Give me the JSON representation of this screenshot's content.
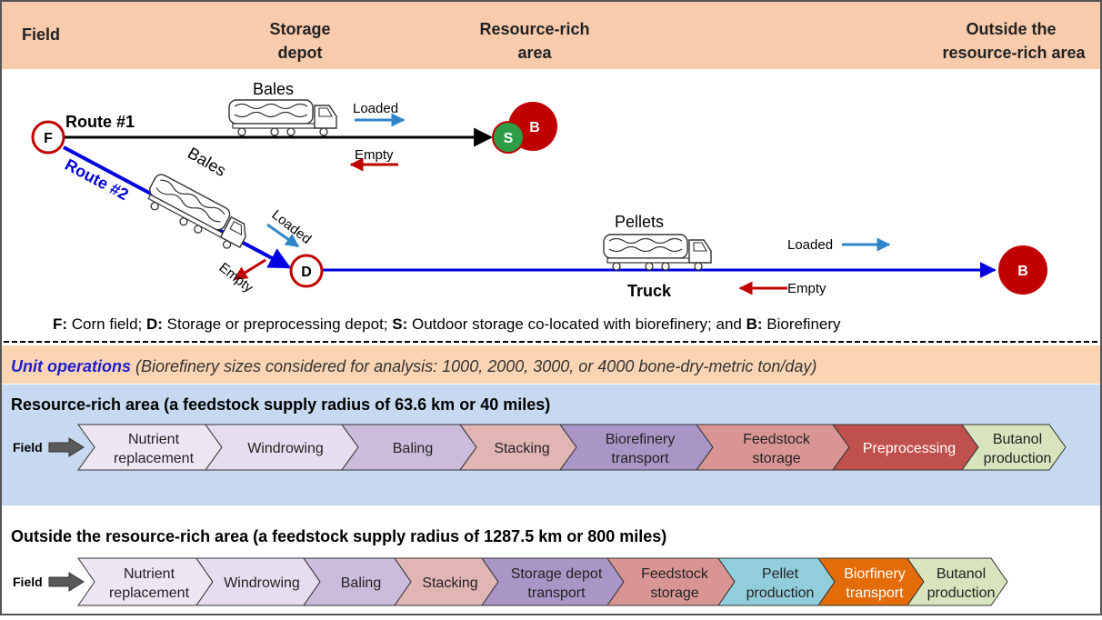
{
  "header": {
    "field": "Field",
    "storage_depot": [
      "Storage",
      "depot"
    ],
    "resource_rich": [
      "Resource-rich",
      "area"
    ],
    "outside": [
      "Outside the",
      "resource-rich area"
    ]
  },
  "routes": {
    "route1_label": "Route #1",
    "route2_label": "Route #2",
    "bales": "Bales",
    "pellets": "Pellets",
    "truck": "Truck",
    "loaded": "Loaded",
    "empty": "Empty"
  },
  "nodes": {
    "F": "F",
    "D": "D",
    "S": "S",
    "B": "B"
  },
  "legend": [
    {
      "key": "F:",
      "text": " Corn field; "
    },
    {
      "key": "D:",
      "text": " Storage or preprocessing depot; "
    },
    {
      "key": "S:",
      "text": " Outdoor storage co-located with biorefinery;  and "
    },
    {
      "key": "B:",
      "text": " Biorefinery"
    }
  ],
  "unit_ops": {
    "title": "Unit operations",
    "subtitle": " (Biorefinery sizes considered for analysis: 1000, 2000, 3000, or 4000 bone-dry-metric ton/day)"
  },
  "resource_rich": {
    "title": "Resource-rich area (a feedstock supply radius of 63.6 km or 40 miles)",
    "field_label": "Field",
    "steps": [
      {
        "label": [
          "Nutrient",
          "replacement"
        ],
        "color": "#ece6f3"
      },
      {
        "label": [
          "Windrowing"
        ],
        "color": "#e6ddf0"
      },
      {
        "label": [
          "Baling"
        ],
        "color": "#cbbcdc"
      },
      {
        "label": [
          "Stacking"
        ],
        "color": "#e2b5b5"
      },
      {
        "label": [
          "Biorefinery",
          "transport"
        ],
        "color": "#a996c6"
      },
      {
        "label": [
          "Feedstock",
          "storage"
        ],
        "color": "#d99594"
      },
      {
        "label": [
          "Preprocessing"
        ],
        "color": "#c0504d"
      },
      {
        "label": [
          "Butanol",
          "production"
        ],
        "color": "#d7e4bd"
      }
    ]
  },
  "outside": {
    "title": "Outside the resource-rich area (a feedstock supply radius of 1287.5 km or 800 miles)",
    "field_label": "Field",
    "steps": [
      {
        "label": [
          "Nutrient",
          "replacement"
        ],
        "color": "#ece6f3"
      },
      {
        "label": [
          "Windrowing"
        ],
        "color": "#e6ddf0"
      },
      {
        "label": [
          "Baling"
        ],
        "color": "#cbbcdc"
      },
      {
        "label": [
          "Stacking"
        ],
        "color": "#e2b5b5"
      },
      {
        "label": [
          "Storage depot",
          "transport"
        ],
        "color": "#a996c6"
      },
      {
        "label": [
          "Feedstock",
          "storage"
        ],
        "color": "#d99594"
      },
      {
        "label": [
          "Pellet",
          "production"
        ],
        "color": "#92cddc"
      },
      {
        "label": [
          "Biorfinery",
          "transport"
        ],
        "color": "#e36c09"
      },
      {
        "label": [
          "Butanol",
          "production"
        ],
        "color": "#d7e4bd"
      }
    ]
  },
  "colors": {
    "header_band": "#f8cbad",
    "unit_band": "#fbd4b4",
    "section_band": "#c6d9f0",
    "route_blue": "#0000e0",
    "arrow_blue": "#2e86c8",
    "arrow_red": "#c00000",
    "node_red": "#c00000",
    "node_green": "#2e9c47",
    "subtitle_blue": "#1f1fcf"
  }
}
